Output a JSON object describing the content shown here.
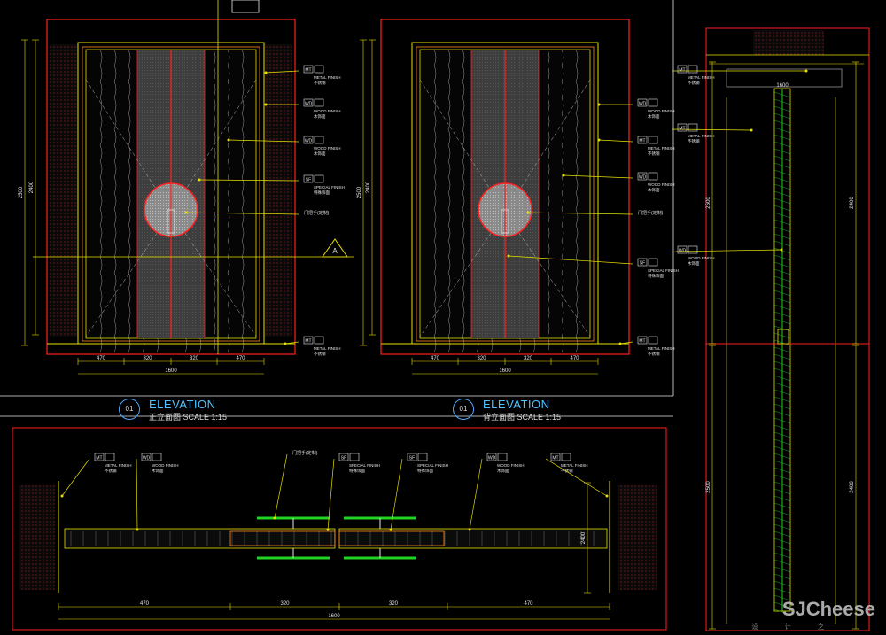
{
  "titles": [
    {
      "num": "01",
      "main": "ELEVATION",
      "sub": "正立面图 SCALE  1:15"
    },
    {
      "num": "01",
      "main": "ELEVATION",
      "sub": "背立面图 SCALE  1:15"
    }
  ],
  "tags": {
    "metal_finish": {
      "code": "MT",
      "en": "METAL FINISH",
      "cn": "不锈钢"
    },
    "wood_finish": {
      "code": "WD",
      "en": "WOOD FINISH",
      "cn": "木饰面"
    },
    "special_finish": {
      "code": "SF",
      "en": "SPECIAL FINISH",
      "cn": "特殊饰面"
    },
    "door_handle": {
      "cn": "门把手(定制)"
    }
  },
  "section_marker": "A",
  "dims": {
    "front_bottom": [
      "470",
      "320",
      "320",
      "470"
    ],
    "front_total": "1600",
    "back_bottom": [
      "470",
      "320",
      "320",
      "470"
    ],
    "back_total": "1600",
    "plan_bottom": [
      "470",
      "320",
      "320",
      "470"
    ],
    "plan_total": "1600",
    "height_main": "2500",
    "height_side": "2400"
  },
  "watermark": {
    "brand": "SJCheese",
    "sub": "设 计 之"
  },
  "colors": {
    "yellow": "#e8e000",
    "red": "#ff2020",
    "green": "#22d422",
    "cyan": "#29c7e8",
    "white": "#e6e6e6",
    "orange": "#ff8a1f"
  }
}
